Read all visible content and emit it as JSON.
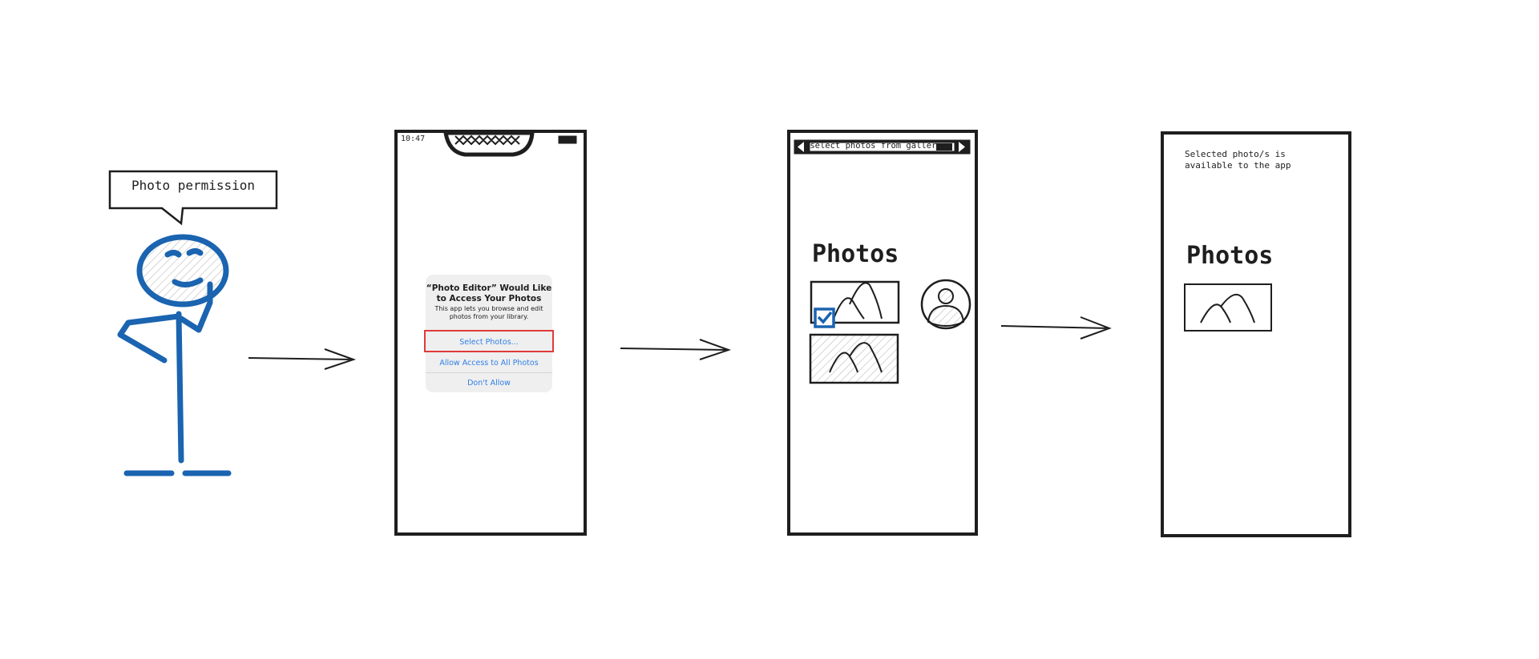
{
  "persona": {
    "speech": "Photo permission"
  },
  "screen1": {
    "status_time": "10:47",
    "dialog": {
      "title": "“Photo Editor” Would Like to Access Your Photos",
      "message": "This app lets you browse and edit photos from your library.",
      "select_photos": "Select Photos...",
      "allow_all": "Allow Access to All Photos",
      "dont_allow": "Don't Allow"
    }
  },
  "screen2": {
    "toolbar_title": "select photos from gallery",
    "heading": "Photos"
  },
  "screen3": {
    "note": "Selected photo/s is available to the app",
    "heading": "Photos"
  },
  "colors": {
    "figure": "#1a64b0",
    "highlight": "#e03a3a",
    "ios_blue": "#2f7fe6"
  }
}
